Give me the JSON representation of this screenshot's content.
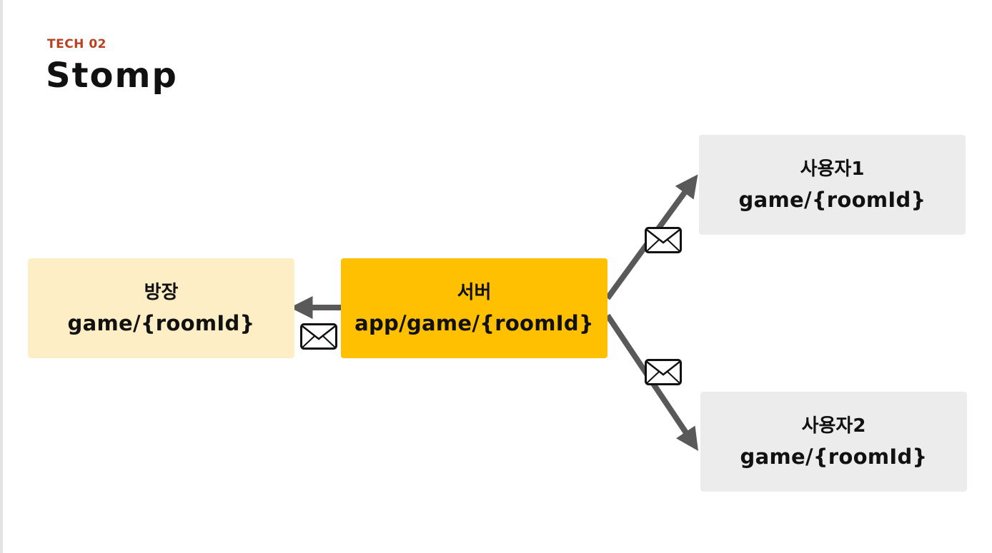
{
  "header": {
    "kicker": "TECH 02",
    "title": "Stomp"
  },
  "nodes": {
    "owner": {
      "name": "방장",
      "topic": "game/{roomId}"
    },
    "server": {
      "name": "서버",
      "topic": "app/game/{roomId}"
    },
    "user1": {
      "name": "사용자1",
      "topic": "game/{roomId}"
    },
    "user2": {
      "name": "사용자2",
      "topic": "game/{roomId}"
    }
  },
  "colors": {
    "kicker": "#b8401f",
    "owner_box": "#fdeec6",
    "server_box": "#fec000",
    "user_box": "#ececec",
    "arrow": "#595959"
  },
  "icons": {
    "message": "envelope-icon"
  }
}
